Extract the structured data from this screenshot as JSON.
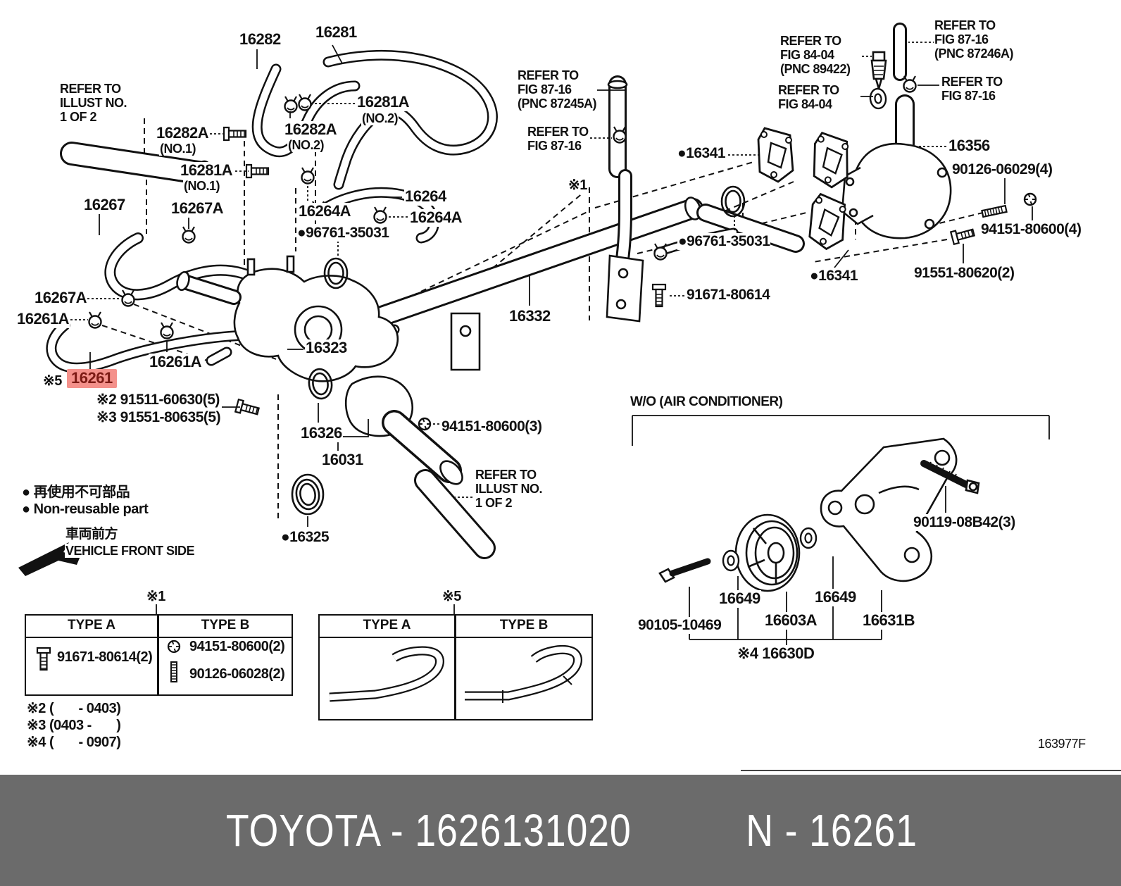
{
  "banner": {
    "left": "TOYOTA - 1626131020",
    "right": "N - 16261",
    "bg": "#6b6b6b"
  },
  "footer_code": "163977F",
  "highlight": {
    "bg": "#f4918b",
    "fg": "#7c1a14"
  },
  "legend": {
    "nonreusable_jp": "● 再使用不可部品",
    "nonreusable_en": "● Non-reusable part",
    "front_jp": "車両前方",
    "front_en": "VEHICLE FRONT SIDE"
  },
  "notes": {
    "n2": "※2 (       - 0403)",
    "n3": "※3 (0403 -       )",
    "n4": "※4 (       - 0907)"
  },
  "table1": {
    "marker": "※1",
    "header_a": "TYPE A",
    "header_b": "TYPE B",
    "cell_a": "91671-80614(2)",
    "cell_b1": "94151-80600(2)",
    "cell_b2": "90126-06028(2)"
  },
  "table2": {
    "marker": "※5",
    "header_a": "TYPE A",
    "header_b": "TYPE B"
  },
  "labels": [
    {
      "t": "REFER TO\nILLUST NO.\n1 OF 2"
    },
    {
      "t": "16282"
    },
    {
      "t": "16281"
    },
    {
      "t": "16281A"
    },
    {
      "t": "(NO.2)"
    },
    {
      "t": "16282A"
    },
    {
      "t": "(NO.1)"
    },
    {
      "t": "16282A"
    },
    {
      "t": "(NO.2)"
    },
    {
      "t": "16281A"
    },
    {
      "t": "(NO.1)"
    },
    {
      "t": "16267"
    },
    {
      "t": "16267A"
    },
    {
      "t": "16264A"
    },
    {
      "t": "16264"
    },
    {
      "t": "16264A"
    },
    {
      "t": "●96761-35031"
    },
    {
      "t": "16267A"
    },
    {
      "t": "16261A"
    },
    {
      "t": "16261A"
    },
    {
      "t": "※5"
    },
    {
      "t": "16261"
    },
    {
      "t": "※2 91511-60630(5)"
    },
    {
      "t": "※3 91551-80635(5)"
    },
    {
      "t": "16323"
    },
    {
      "t": "16326"
    },
    {
      "t": "16031"
    },
    {
      "t": "●16325"
    },
    {
      "t": "94151-80600(3)"
    },
    {
      "t": "REFER TO\nILLUST NO.\n1 OF 2"
    },
    {
      "t": "16332"
    },
    {
      "t": "REFER TO\nFIG 87-16\n(PNC 87245A)"
    },
    {
      "t": "REFER TO\nFIG 87-16"
    },
    {
      "t": "※1"
    },
    {
      "t": "REFER TO\nFIG 84-04\n(PNC 89422)"
    },
    {
      "t": "REFER TO\nFIG 87-16\n(PNC 87246A)"
    },
    {
      "t": "REFER TO\nFIG 84-04"
    },
    {
      "t": "REFER TO\nFIG 87-16"
    },
    {
      "t": "●16341"
    },
    {
      "t": "16356"
    },
    {
      "t": "90126-06029(4)"
    },
    {
      "t": "94151-80600(4)"
    },
    {
      "t": "91551-80620(2)"
    },
    {
      "t": "●96761-35031"
    },
    {
      "t": "●16341"
    },
    {
      "t": "91671-80614"
    },
    {
      "t": "W/O (AIR CONDITIONER)"
    },
    {
      "t": "90119-08B42(3)"
    },
    {
      "t": "16649"
    },
    {
      "t": "16649"
    },
    {
      "t": "16603A"
    },
    {
      "t": "16631B"
    },
    {
      "t": "90105-10469"
    },
    {
      "t": "※4 16630D"
    }
  ]
}
